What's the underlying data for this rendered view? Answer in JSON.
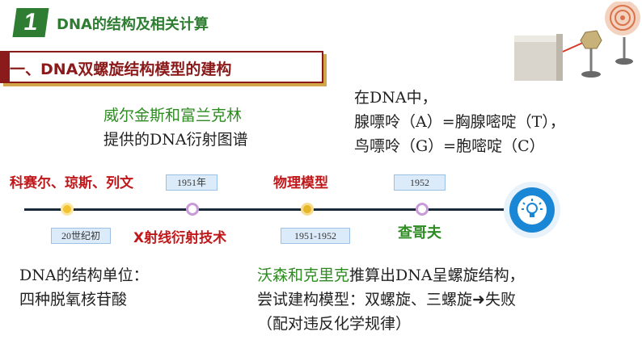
{
  "header": {
    "badge_number": "1",
    "section_title": "DNA的结构及相关计算"
  },
  "banner": {
    "text": "一、DNA双螺旋结构模型的建构"
  },
  "notes": {
    "wilkins": {
      "names": "威尔金斯和富兰克林",
      "line2": "提供的DNA衍射图谱"
    },
    "pairing": {
      "line1": "在DNA中，",
      "line2": "腺嘌呤（A）=胸腺嘧啶（T），",
      "line3": "鸟嘌呤（G）=胞嘧啶（C）"
    },
    "unit": {
      "line1": "DNA的结构单位：",
      "line2": "四种脱氧核苷酸"
    },
    "watson": {
      "names": "沃森和克里克",
      "line1_rest": "推算出DNA呈螺旋结构，",
      "line2": "尝试建构模型：双螺旋、三螺旋",
      "arrow": "➜",
      "line2_end": "失败",
      "line3": "（配对违反化学规律）"
    }
  },
  "timeline": {
    "top_labels": [
      "科赛尔、琼斯、列文",
      "物理模型"
    ],
    "bottom_labels": [
      "X射线衍射技术",
      "查哥夫"
    ],
    "year_boxes": [
      "1951年",
      "1952",
      "20世纪初",
      "1951-1952"
    ]
  },
  "icons": {
    "bulb": "lightbulb-icon"
  },
  "colors": {
    "green": "#2e8b22",
    "red": "#c0181a",
    "dark_red": "#8b1a1a",
    "blue": "#1a86d6"
  }
}
